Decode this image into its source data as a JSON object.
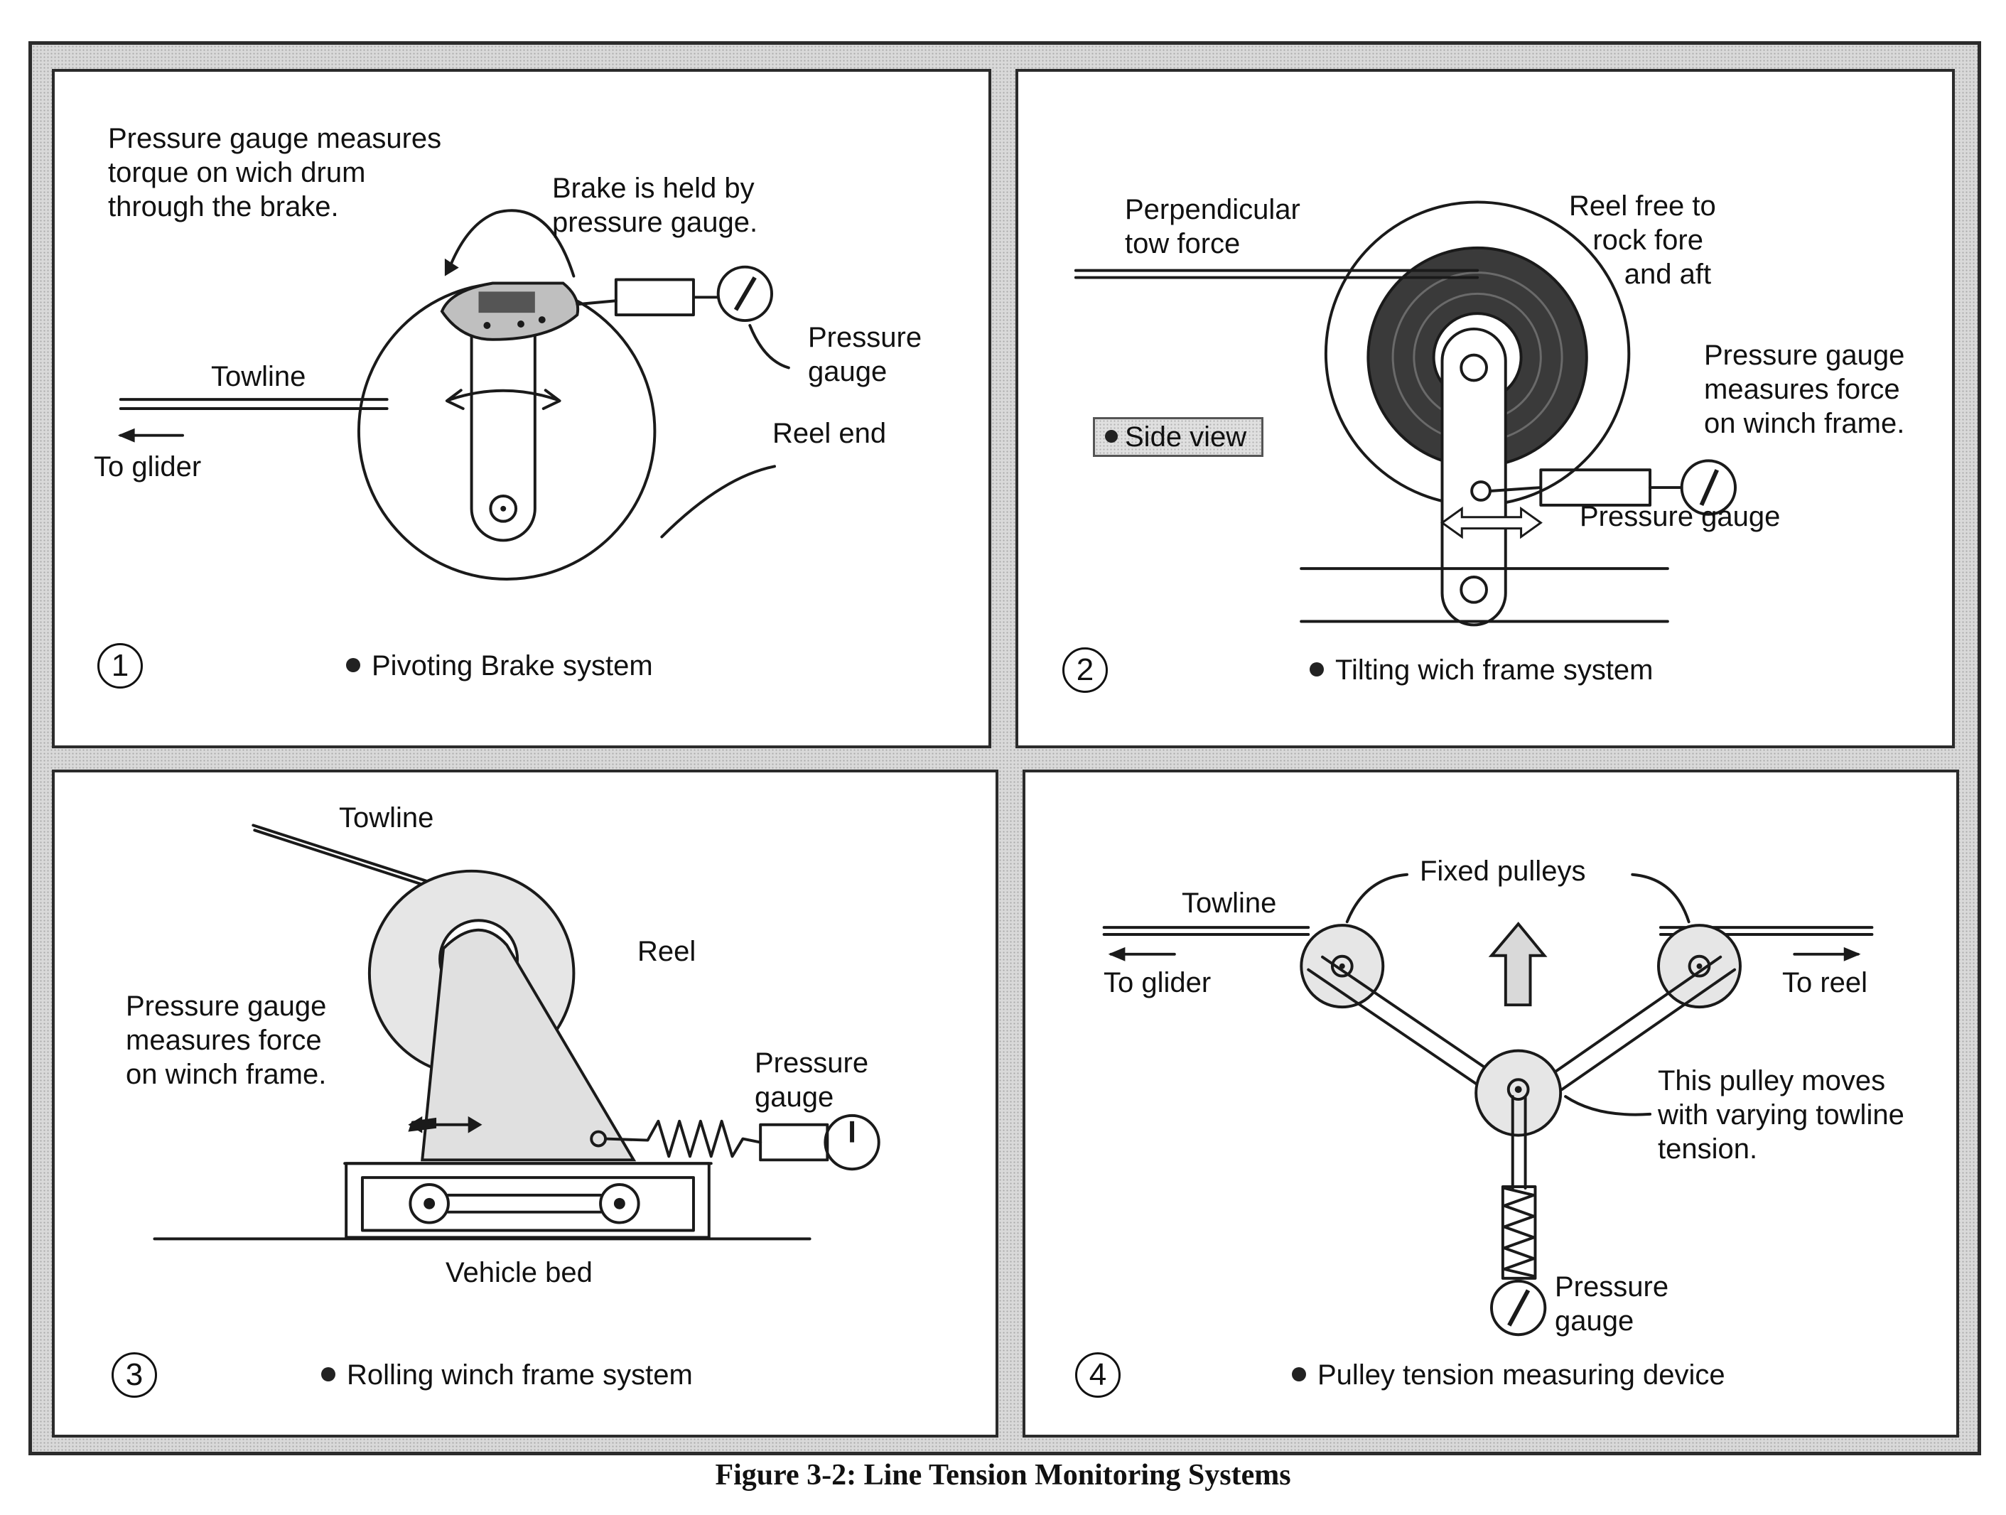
{
  "colors": {
    "ink": "#1a1a1a",
    "screen": "#d9d9d9",
    "panel": "#ffffff"
  },
  "figure_caption": "Figure 3-2: Line Tension Monitoring Systems",
  "panels": [
    {
      "number": "1",
      "caption": "Pivoting Brake system",
      "labels": {
        "gauge_note": "Pressure gauge measures\ntorque on wich drum\nthrough the brake.",
        "brake_note": "Brake is held by\npressure gauge.",
        "towline": "Towline",
        "to_glider": "To glider",
        "pressure_gauge": "Pressure\ngauge",
        "reel_end": "Reel end"
      }
    },
    {
      "number": "2",
      "caption": "Tilting wich frame system",
      "labels": {
        "tow_force": "Perpendicular\ntow force",
        "reel_free": "Reel free to\n   rock fore\n       and aft",
        "gauge_note": "Pressure gauge\nmeasures force\non winch frame.",
        "side_view": "Side view",
        "pressure_gauge": "Pressure gauge"
      }
    },
    {
      "number": "3",
      "caption": "Rolling winch frame system",
      "labels": {
        "towline": "Towline",
        "reel": "Reel",
        "gauge_note": "Pressure gauge\nmeasures force\non winch frame.",
        "pressure_gauge": "Pressure\ngauge",
        "vehicle_bed": "Vehicle bed"
      }
    },
    {
      "number": "4",
      "caption": "Pulley tension measuring device",
      "labels": {
        "fixed_pulleys": "Fixed pulleys",
        "towline": "Towline",
        "to_glider": "To glider",
        "to_reel": "To reel",
        "moving_pulley_note": "This pulley moves\nwith varying towline\ntension.",
        "pressure_gauge": "Pressure\ngauge"
      }
    }
  ]
}
